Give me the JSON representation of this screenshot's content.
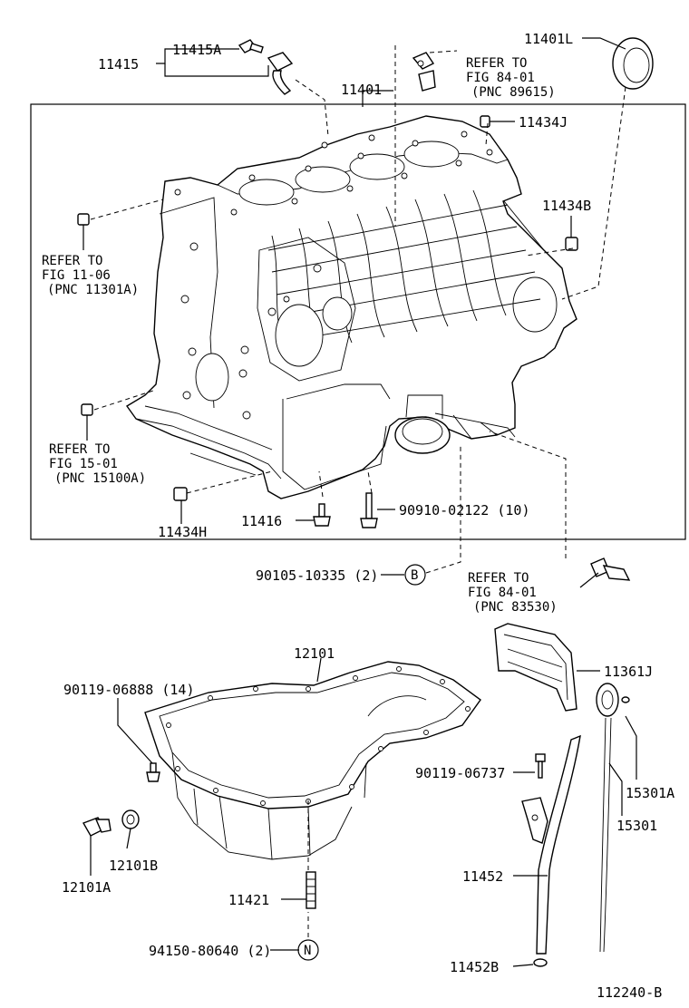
{
  "labels": {
    "p11415": "11415",
    "p11415A": "11415A",
    "p11401": "11401",
    "p11401L": "11401L",
    "p11434J": "11434J",
    "p11434B": "11434B",
    "p11434H": "11434H",
    "p11416": "11416",
    "p90910": "90910-02122 (10)",
    "p90105": "90105-10335 (2)",
    "p12101": "12101",
    "p11361J": "11361J",
    "p90119_14": "90119-06888 (14)",
    "p90119_06737": "90119-06737",
    "p15301A": "15301A",
    "p15301": "15301",
    "p12101B": "12101B",
    "p12101A": "12101A",
    "p11452": "11452",
    "p11421": "11421",
    "p94150": "94150-80640 (2)",
    "p11452B": "11452B",
    "figure_id": "112240-B",
    "circle_b": "B",
    "circle_n": "N"
  },
  "refs": {
    "r89615": {
      "l1": "REFER TO",
      "l2": "FIG 84-01",
      "l3": "(PNC 89615)"
    },
    "r11301A": {
      "l1": "REFER TO",
      "l2": "FIG 11-06",
      "l3": "(PNC 11301A)"
    },
    "r15100A": {
      "l1": "REFER TO",
      "l2": "FIG 15-01",
      "l3": "(PNC 15100A)"
    },
    "r83530": {
      "l1": "REFER TO",
      "l2": "FIG 84-01",
      "l3": "(PNC 83530)"
    }
  }
}
